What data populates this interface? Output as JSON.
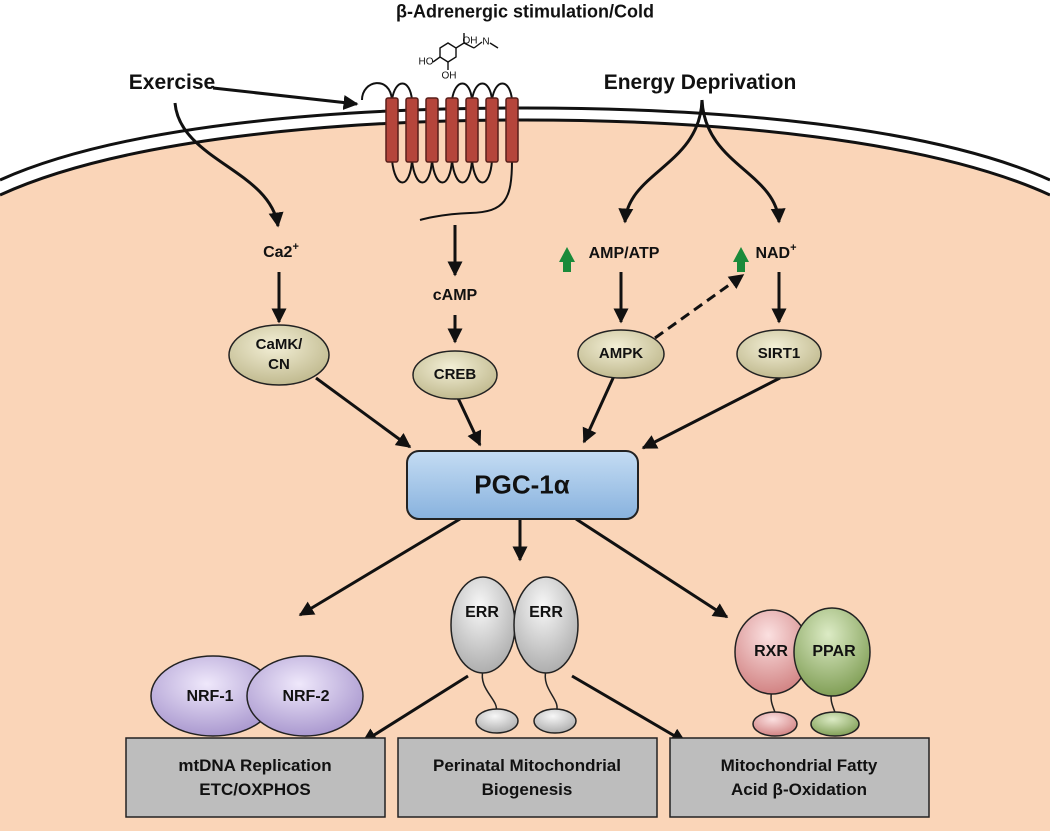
{
  "title": "β-Adrenergic stimulation/Cold",
  "inputs": {
    "exercise": "Exercise",
    "energy_deprivation": "Energy Deprivation"
  },
  "molecule_labels": {
    "oh_top": "OH",
    "ho_left": "HO",
    "oh_bottom": "OH",
    "n": "N"
  },
  "signals": {
    "ca2": "Ca2",
    "ca2_sup": "+",
    "camp": "cAMP",
    "amp_atp": "AMP/ATP",
    "nad": "NAD",
    "nad_sup": "+"
  },
  "nodes": {
    "camk_line1": "CaMK/",
    "camk_line2": "CN",
    "creb": "CREB",
    "ampk": "AMPK",
    "sirt1": "SIRT1"
  },
  "hub": {
    "label": "PGC-1α"
  },
  "factors": {
    "nrf1": "NRF-1",
    "nrf2": "NRF-2",
    "err1": "ERR",
    "err2": "ERR",
    "rxr": "RXR",
    "ppar": "PPAR"
  },
  "outcomes": [
    {
      "line1": "mtDNA Replication",
      "line2": "ETC/OXPHOS"
    },
    {
      "line1": "Perinatal Mitochondrial",
      "line2": "Biogenesis"
    },
    {
      "line1": "Mitochondrial Fatty",
      "line2": "Acid β-Oxidation"
    }
  ],
  "colors": {
    "cytoplasm": "#fad5b8",
    "receptor": "#b5453b",
    "node_fill": "#d9d3a7",
    "hub_fill": "#9fc3e6",
    "nrf_fill": "#c8b8e3",
    "err_fill": "#d6d6d6",
    "rxr_fill": "#e8a3a3",
    "ppar_fill": "#9fbd74",
    "outcome_fill": "#bdbdbd",
    "up_arrow": "#1a8a3a"
  }
}
